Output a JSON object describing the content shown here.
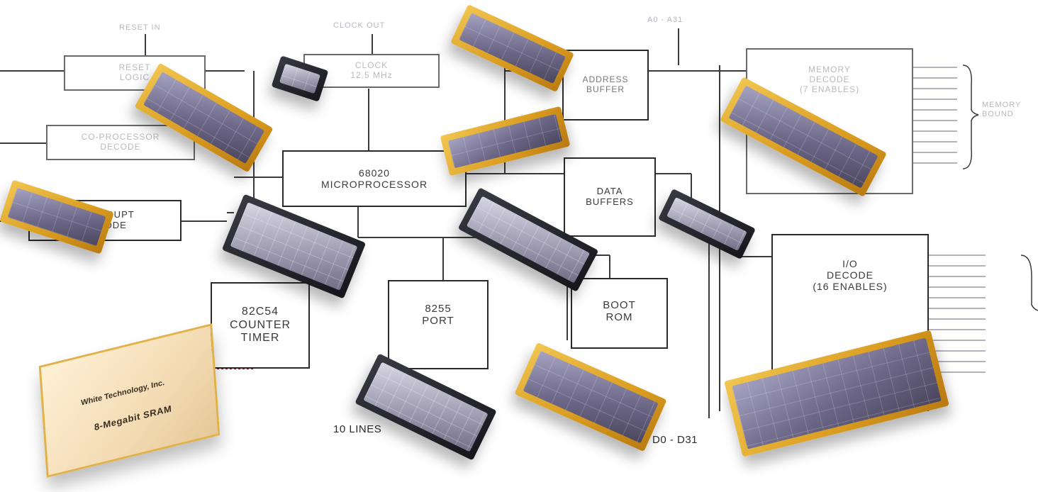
{
  "blocks": {
    "reset_logic": [
      "RESET",
      "LOGIC"
    ],
    "clock": [
      "CLOCK",
      "12.5 MHz"
    ],
    "address_buffer": [
      "ADDRESS",
      "BUFFER"
    ],
    "memory_decode": [
      "MEMORY",
      "DECODE",
      "(7 ENABLES)"
    ],
    "coprocessor_decode": [
      "CO-PROCESSOR",
      "DECODE"
    ],
    "microprocessor": [
      "68020",
      "MICROPROCESSOR"
    ],
    "data_buffers": [
      "DATA",
      "BUFFERS"
    ],
    "interrupt_decode": [
      "INTERRUPT",
      "DECODE"
    ],
    "io_decode": [
      "I/O",
      "DECODE",
      "(16 ENABLES)"
    ],
    "counter_timer": [
      "82C54",
      "COUNTER",
      "TIMER"
    ],
    "port": [
      "8255",
      "PORT"
    ],
    "boot_rom": [
      "BOOT",
      "ROM"
    ]
  },
  "labels": {
    "reset_in": "RESET IN",
    "clock_out": "CLOCK OUT",
    "address_bus": "A0 - A31",
    "memory_bound": [
      "MEMORY",
      "BOUND"
    ],
    "ten_lines": "10 LINES",
    "data_bus": "D0 - D31"
  },
  "sram_package": {
    "brand": "White Technology, Inc.",
    "description": "8-Megabit SRAM"
  },
  "colors": {
    "gold": "#d99b1e",
    "ceramic": "#6d6888",
    "sram_body": "#f3dcb4"
  }
}
